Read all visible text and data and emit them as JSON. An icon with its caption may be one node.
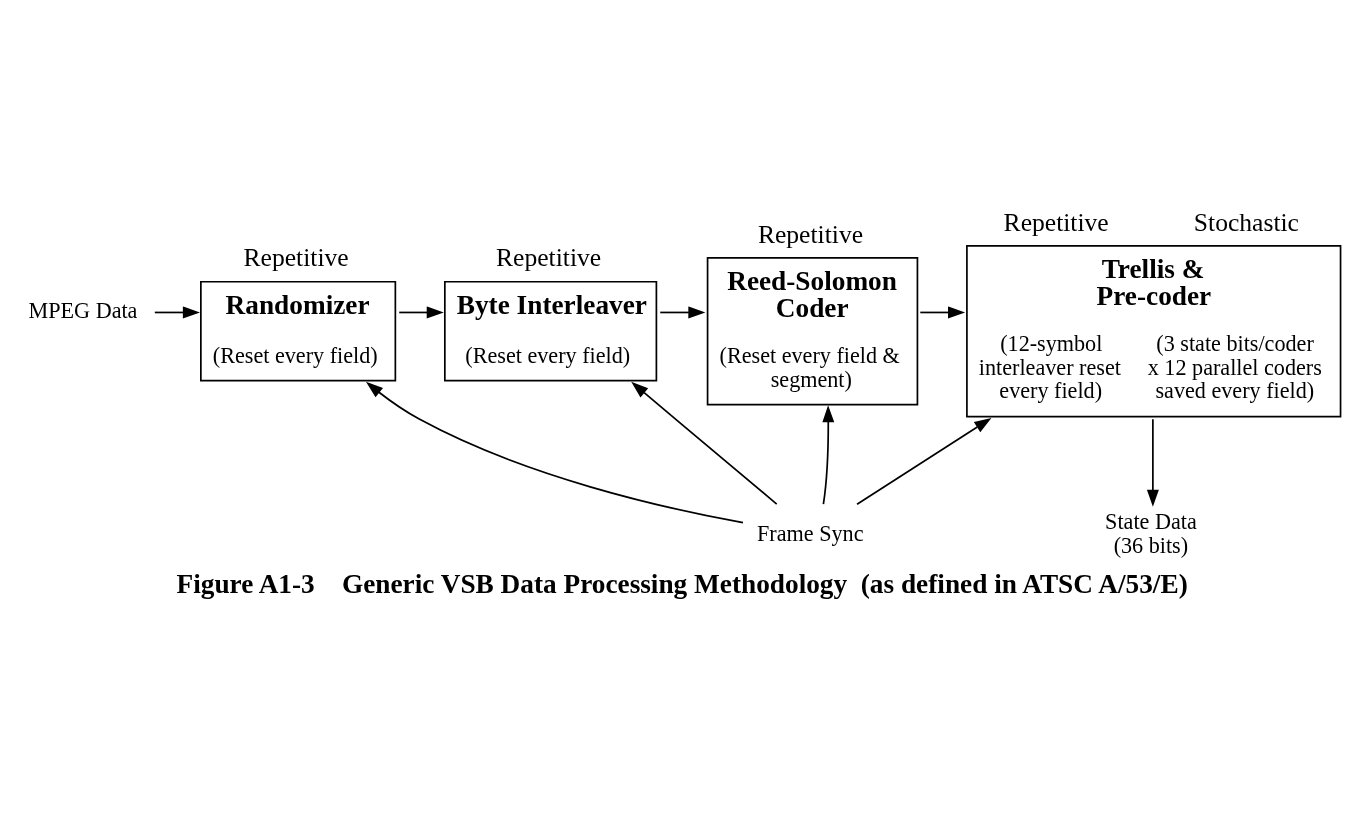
{
  "diagram": {
    "caption": "Figure A1-3    Generic VSB Data Processing Methodology  (as defined in ATSC A/53/E)",
    "nodes": [
      {
        "text": [
          "MPEG Data"
        ]
      },
      {
        "text": [
          "Randomizer",
          "(Reset every field)"
        ],
        "beside": [
          "Repetitive"
        ]
      },
      {
        "text": [
          "Byte Interleaver",
          "(Reset every field)"
        ],
        "beside": [
          "Repetitive"
        ]
      },
      {
        "text": [
          "Reed-Solomon Coder",
          "(Reset every field & segment)"
        ],
        "beside": [
          "Repetitive"
        ]
      },
      {
        "text": [
          "Trellis & Pre-coder",
          "(12-symbol interleaver reset every field)",
          "(3 state bits/coder x 12 parallel coders saved every field)"
        ],
        "beside": [
          "Repetitive",
          "Stochastic"
        ]
      },
      {
        "text": [
          "Frame Sync"
        ]
      },
      {
        "text": [
          "State Data (36 bits)"
        ]
      }
    ],
    "edges": [
      {
        "from": 0,
        "to": 1,
        "arrow": "to"
      },
      {
        "from": 1,
        "to": 2,
        "arrow": "to"
      },
      {
        "from": 2,
        "to": 3,
        "arrow": "to"
      },
      {
        "from": 3,
        "to": 4,
        "arrow": "to"
      },
      {
        "from": 5,
        "to": 1,
        "arrow": "to"
      },
      {
        "from": 5,
        "to": 2,
        "arrow": "to"
      },
      {
        "from": 5,
        "to": 3,
        "arrow": "to"
      },
      {
        "from": 5,
        "to": 4,
        "arrow": "to"
      },
      {
        "from": 4,
        "to": 6,
        "arrow": "to"
      }
    ]
  }
}
